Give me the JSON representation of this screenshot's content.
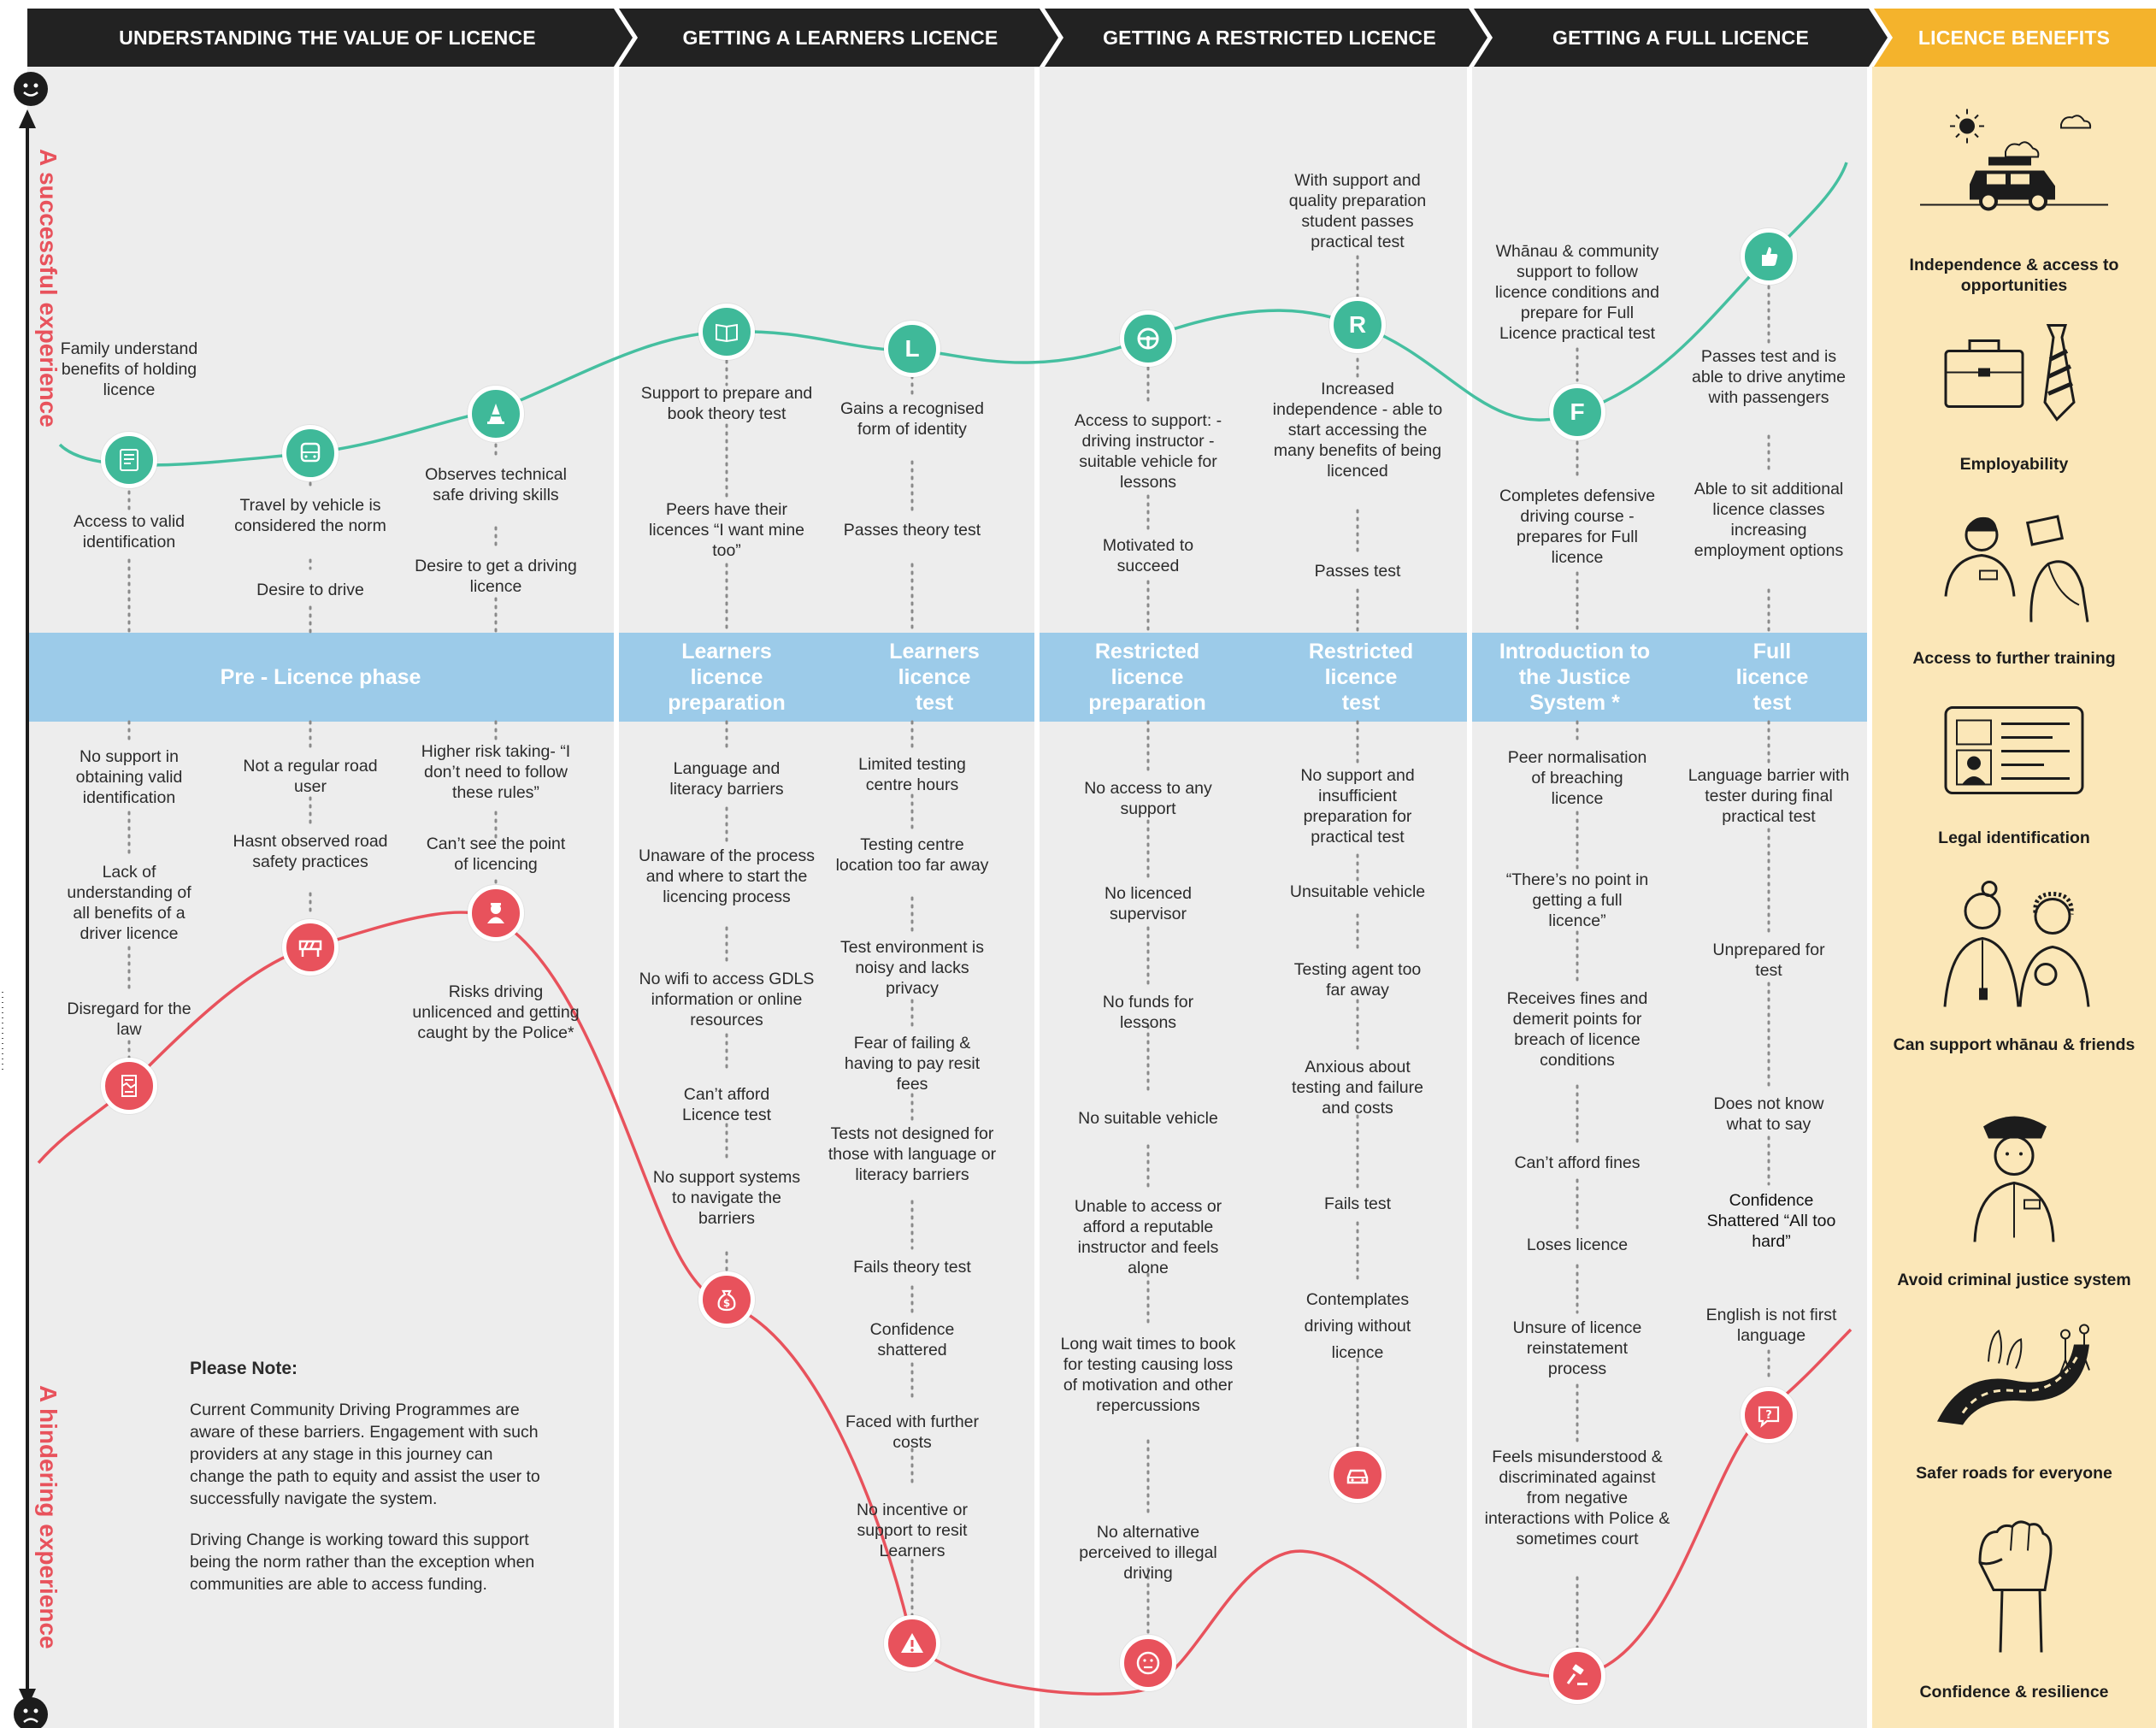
{
  "stages": [
    {
      "title": "UNDERSTANDING THE VALUE OF LICENCE"
    },
    {
      "title": "GETTING A LEARNERS LICENCE"
    },
    {
      "title": "GETTING A RESTRICTED LICENCE"
    },
    {
      "title": "GETTING A FULL LICENCE"
    },
    {
      "title": "LICENCE BENEFITS"
    }
  ],
  "axis": {
    "positive": "A successful experience",
    "negative": "A hindering experience"
  },
  "phases": [
    {
      "label": "Pre - Licence phase"
    },
    {
      "label": "Learners licence preparation"
    },
    {
      "label": "Learners licence test"
    },
    {
      "label": "Restricted licence preparation"
    },
    {
      "label": "Restricted licence test"
    },
    {
      "label": "Introduction to the Justice System *"
    },
    {
      "label": "Full licence test"
    }
  ],
  "positive_columns": [
    {
      "items": [
        "Family understand benefits of holding licence",
        "Access to valid identification"
      ]
    },
    {
      "items": [
        "Travel by vehicle is considered the norm",
        "Desire to drive"
      ]
    },
    {
      "items": [
        "Observes technical safe driving skills",
        "Desire to get a driving licence"
      ]
    },
    {
      "items": [
        "Support to prepare and book theory test",
        "Peers have their licences “I want mine too”"
      ]
    },
    {
      "items": [
        "Gains a recognised form of identity",
        "Passes theory test"
      ]
    },
    {
      "items": [
        "Access to support: - driving instructor - suitable vehicle for lessons",
        "Motivated to succeed"
      ]
    },
    {
      "items": [
        "With support and quality preparation student passes practical test",
        "Increased independence - able to start accessing the many benefits of being licenced",
        "Passes test"
      ]
    },
    {
      "items": [
        "Whānau & community support to follow licence conditions and prepare for Full Licence practical test",
        "Completes defensive driving course - prepares for Full licence"
      ]
    },
    {
      "items": [
        "Passes test and is able to drive anytime with passengers",
        "Able to sit additional licence classes increasing employment options"
      ]
    }
  ],
  "negative_columns": [
    {
      "items": [
        "No support in obtaining valid identification",
        "Lack of understanding of all benefits of a driver licence",
        "Disregard for the law"
      ]
    },
    {
      "items": [
        "Not a regular road user",
        "Hasnt observed road safety practices"
      ]
    },
    {
      "items": [
        "Higher risk taking- “I don’t need to follow these rules”",
        "Can’t see the point of licencing",
        "Risks driving unlicenced and getting caught by the Police*"
      ]
    },
    {
      "items": [
        "Language and literacy barriers",
        "Unaware of the process and where to start the licencing process",
        "No wifi to access GDLS information or online resources",
        "Can’t afford Licence test",
        "No support systems to navigate the barriers"
      ]
    },
    {
      "items": [
        "Limited testing centre hours",
        "Testing centre location too far away",
        "Test environment is noisy and lacks privacy",
        "Fear of failing & having to pay resit fees",
        "Tests not designed for those with language or literacy barriers",
        "Fails theory test",
        "Confidence shattered",
        "Faced with further costs",
        "No incentive or support to resit Learners"
      ]
    },
    {
      "items": [
        "No access to any support",
        "No licenced supervisor",
        "No funds for lessons",
        "No suitable vehicle",
        "Unable to access or afford a reputable instructor and feels alone",
        "Long wait times to book for testing causing loss of motivation and other repercussions",
        "No alternative perceived to illegal driving"
      ]
    },
    {
      "items": [
        "No support and insufficient preparation for practical test",
        "Unsuitable vehicle",
        "Testing agent too far away",
        "Anxious about testing and failure and costs",
        "Fails test",
        "Contemplates driving without licence"
      ]
    },
    {
      "items": [
        "Peer normalisation of breaching licence",
        "“There’s no point in getting a full licence”",
        "Receives fines and demerit points for breach of licence conditions",
        "Can’t afford fines",
        "Loses licence",
        "Unsure of licence reinstatement process",
        "Feels misunderstood & discriminated against from negative interactions with Police & sometimes court"
      ]
    },
    {
      "items": [
        "Language barrier with tester during final practical test",
        "Unprepared for test",
        "Does not know what to say",
        "Confidence Shattered “All too hard”",
        "English is not first language"
      ]
    }
  ],
  "icon_letters": {
    "learner": "L",
    "restricted": "R",
    "full": "F"
  },
  "note": {
    "title": "Please Note:",
    "paragraph1": "Current Community Driving Programmes are aware of these barriers.  Engagement with such providers at any stage in this journey can change the path to equity and assist the user to successfully navigate the system.",
    "paragraph2": "Driving Change is working toward this support being the norm rather than the exception when communities are able to access funding."
  },
  "benefits": [
    {
      "label": "Independence & access to opportunities",
      "icon": "car-icon"
    },
    {
      "label": "Employability",
      "icon": "briefcase-icon"
    },
    {
      "label": "Access to further training",
      "icon": "training-icon"
    },
    {
      "label": "Legal identification",
      "icon": "id-card-icon"
    },
    {
      "label": "Can support whānau & friends",
      "icon": "family-icon"
    },
    {
      "label": "Avoid criminal justice system",
      "icon": "officer-icon"
    },
    {
      "label": "Safer roads for everyone",
      "icon": "road-icon"
    },
    {
      "label": "Confidence & resilience",
      "icon": "fist-icon"
    }
  ],
  "colors": {
    "positive_line": "#45bfa0",
    "negative_line": "#e8525c",
    "header_dark": "#222222",
    "header_benefit": "#f4b32c",
    "phase_band": "#9ccbe9",
    "benefit_bg": "#fbe7b8"
  }
}
